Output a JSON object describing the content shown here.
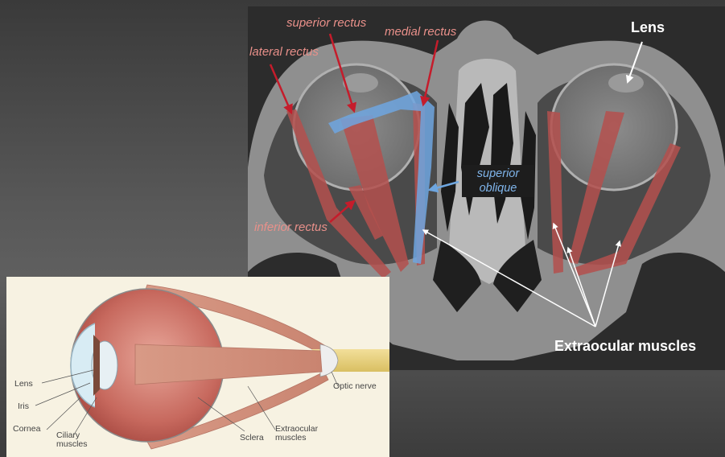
{
  "ct_image": {
    "labels": {
      "superior_rectus": "superior rectus",
      "medial_rectus": "medial rectus",
      "lateral_rectus": "lateral rectus",
      "inferior_rectus": "inferior rectus",
      "superior_oblique_line1": "superior",
      "superior_oblique_line2": "oblique",
      "lens": "Lens",
      "extraocular_muscles": "Extraocular muscles"
    }
  },
  "diagram": {
    "labels": {
      "lens": "Lens",
      "iris": "Iris",
      "cornea": "Cornea",
      "ciliary_line1": "Ciliary",
      "ciliary_line2": "muscles",
      "sclera": "Sclera",
      "extraocular_line1": "Extraocular",
      "extraocular_line2": "muscles",
      "optic_nerve": "Optic nerve"
    }
  },
  "colors": {
    "muscle_overlay": "#b4504e",
    "oblique_overlay": "#6ea6e0",
    "label_red": "#e9908a",
    "arrow_red": "#c51c2b"
  }
}
